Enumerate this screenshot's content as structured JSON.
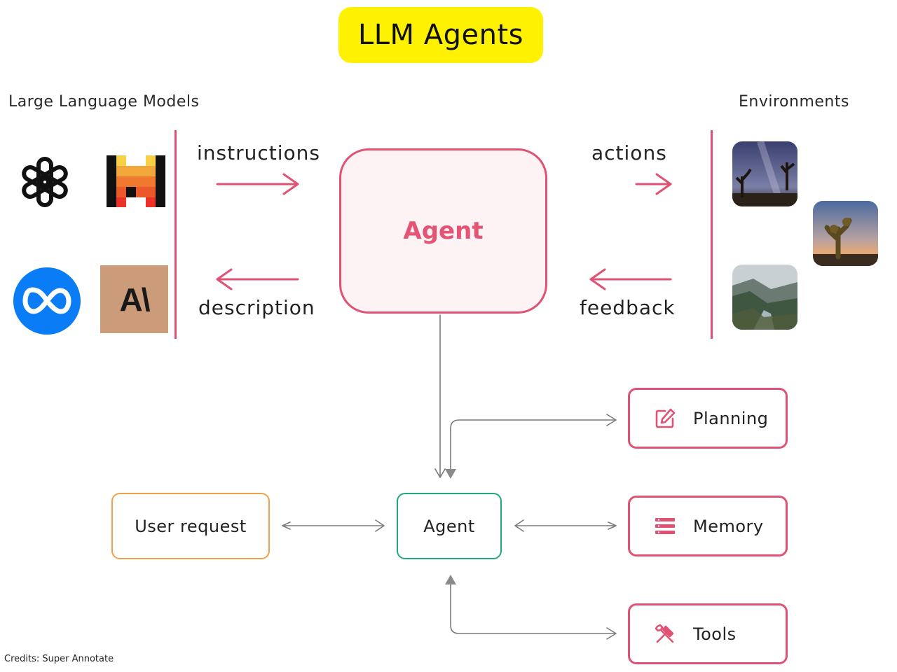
{
  "title": "LLM Agents",
  "left_heading": "Large Language Models",
  "right_heading": "Environments",
  "arrows": {
    "instructions": "instructions",
    "description": "description",
    "actions": "actions",
    "feedback": "feedback"
  },
  "central_agent": "Agent",
  "flow": {
    "agent": "Agent",
    "user_request": "User request",
    "planning": "Planning",
    "memory": "Memory",
    "tools": "Tools"
  },
  "logos": {
    "anthropic_text": "A\\"
  },
  "credits": "Credits: Super Annotate",
  "colors": {
    "highlight": "#fff200",
    "accent_pink": "#e05273",
    "agent_green": "#1fab77",
    "user_orange": "#f0a04a",
    "meta_blue": "#0a7cf5",
    "anthropic_tan": "#cc9b7a"
  }
}
